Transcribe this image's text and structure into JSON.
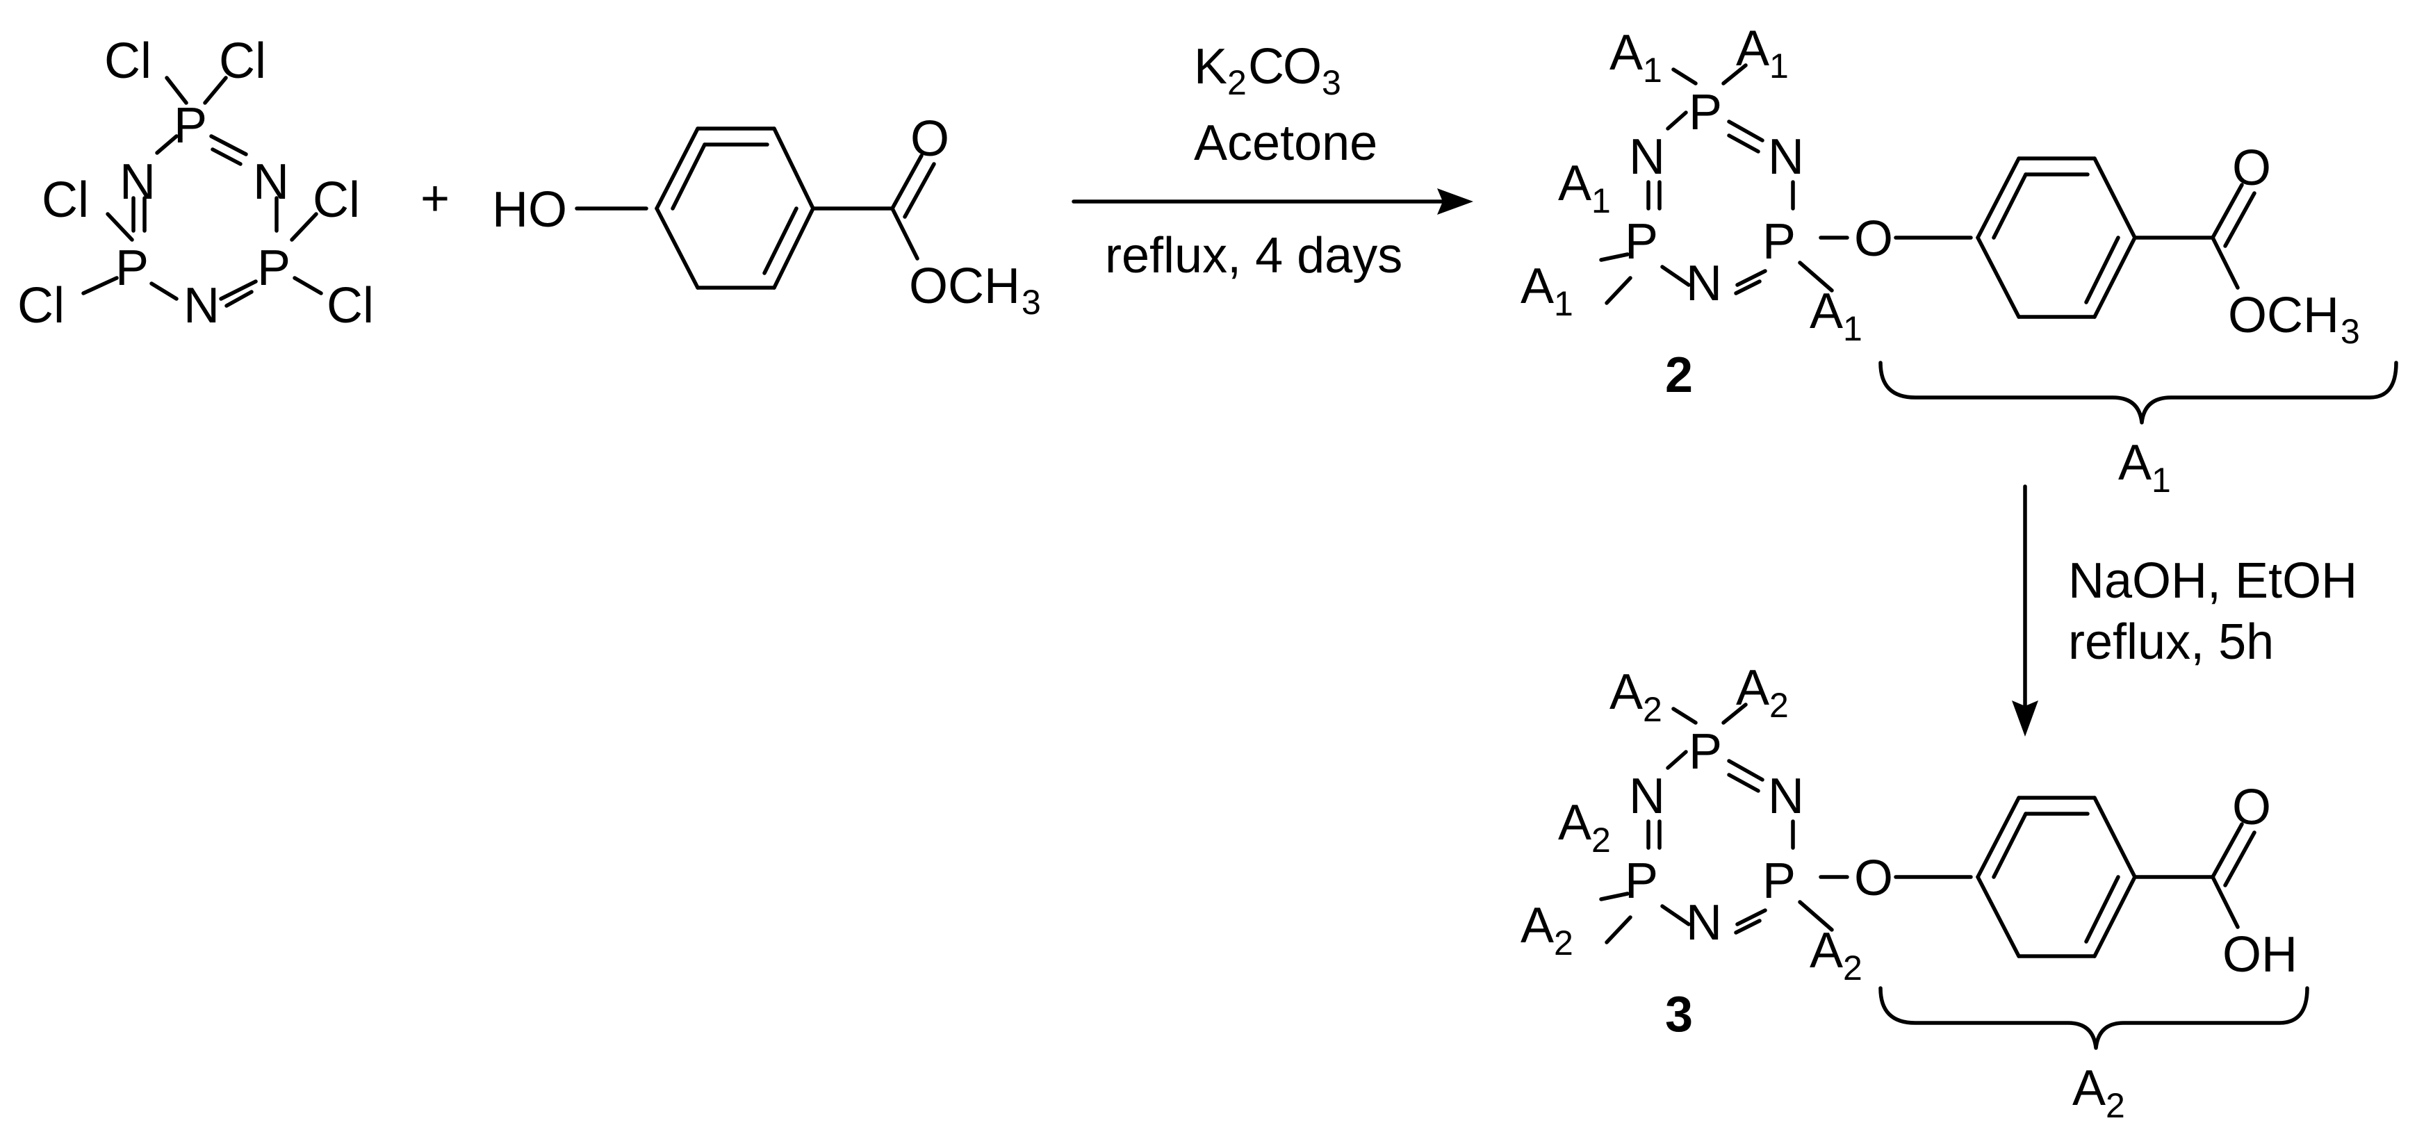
{
  "atoms": {
    "cl": "Cl",
    "p": "P",
    "n": "N",
    "o": "O",
    "ho": "HO",
    "oh": "OH",
    "och": "OCH",
    "c": "C",
    "k": "K",
    "a": "A",
    "sub_one": "1",
    "sub_two": "2",
    "sub_three": "3"
  },
  "plus": "+",
  "reaction_1": {
    "reagent_line1": "K2CO3",
    "reagent_line2": "Acetone",
    "conditions": "reflux, 4 days"
  },
  "reaction_2": {
    "reagent_line1": "NaOH, EtOH",
    "conditions": "reflux, 5h"
  },
  "compound_labels": {
    "product_1": "2",
    "product_2": "3"
  },
  "brace_labels": {
    "a1_main": "A",
    "a1_sub": "1",
    "a2_main": "A",
    "a2_sub": "2"
  }
}
